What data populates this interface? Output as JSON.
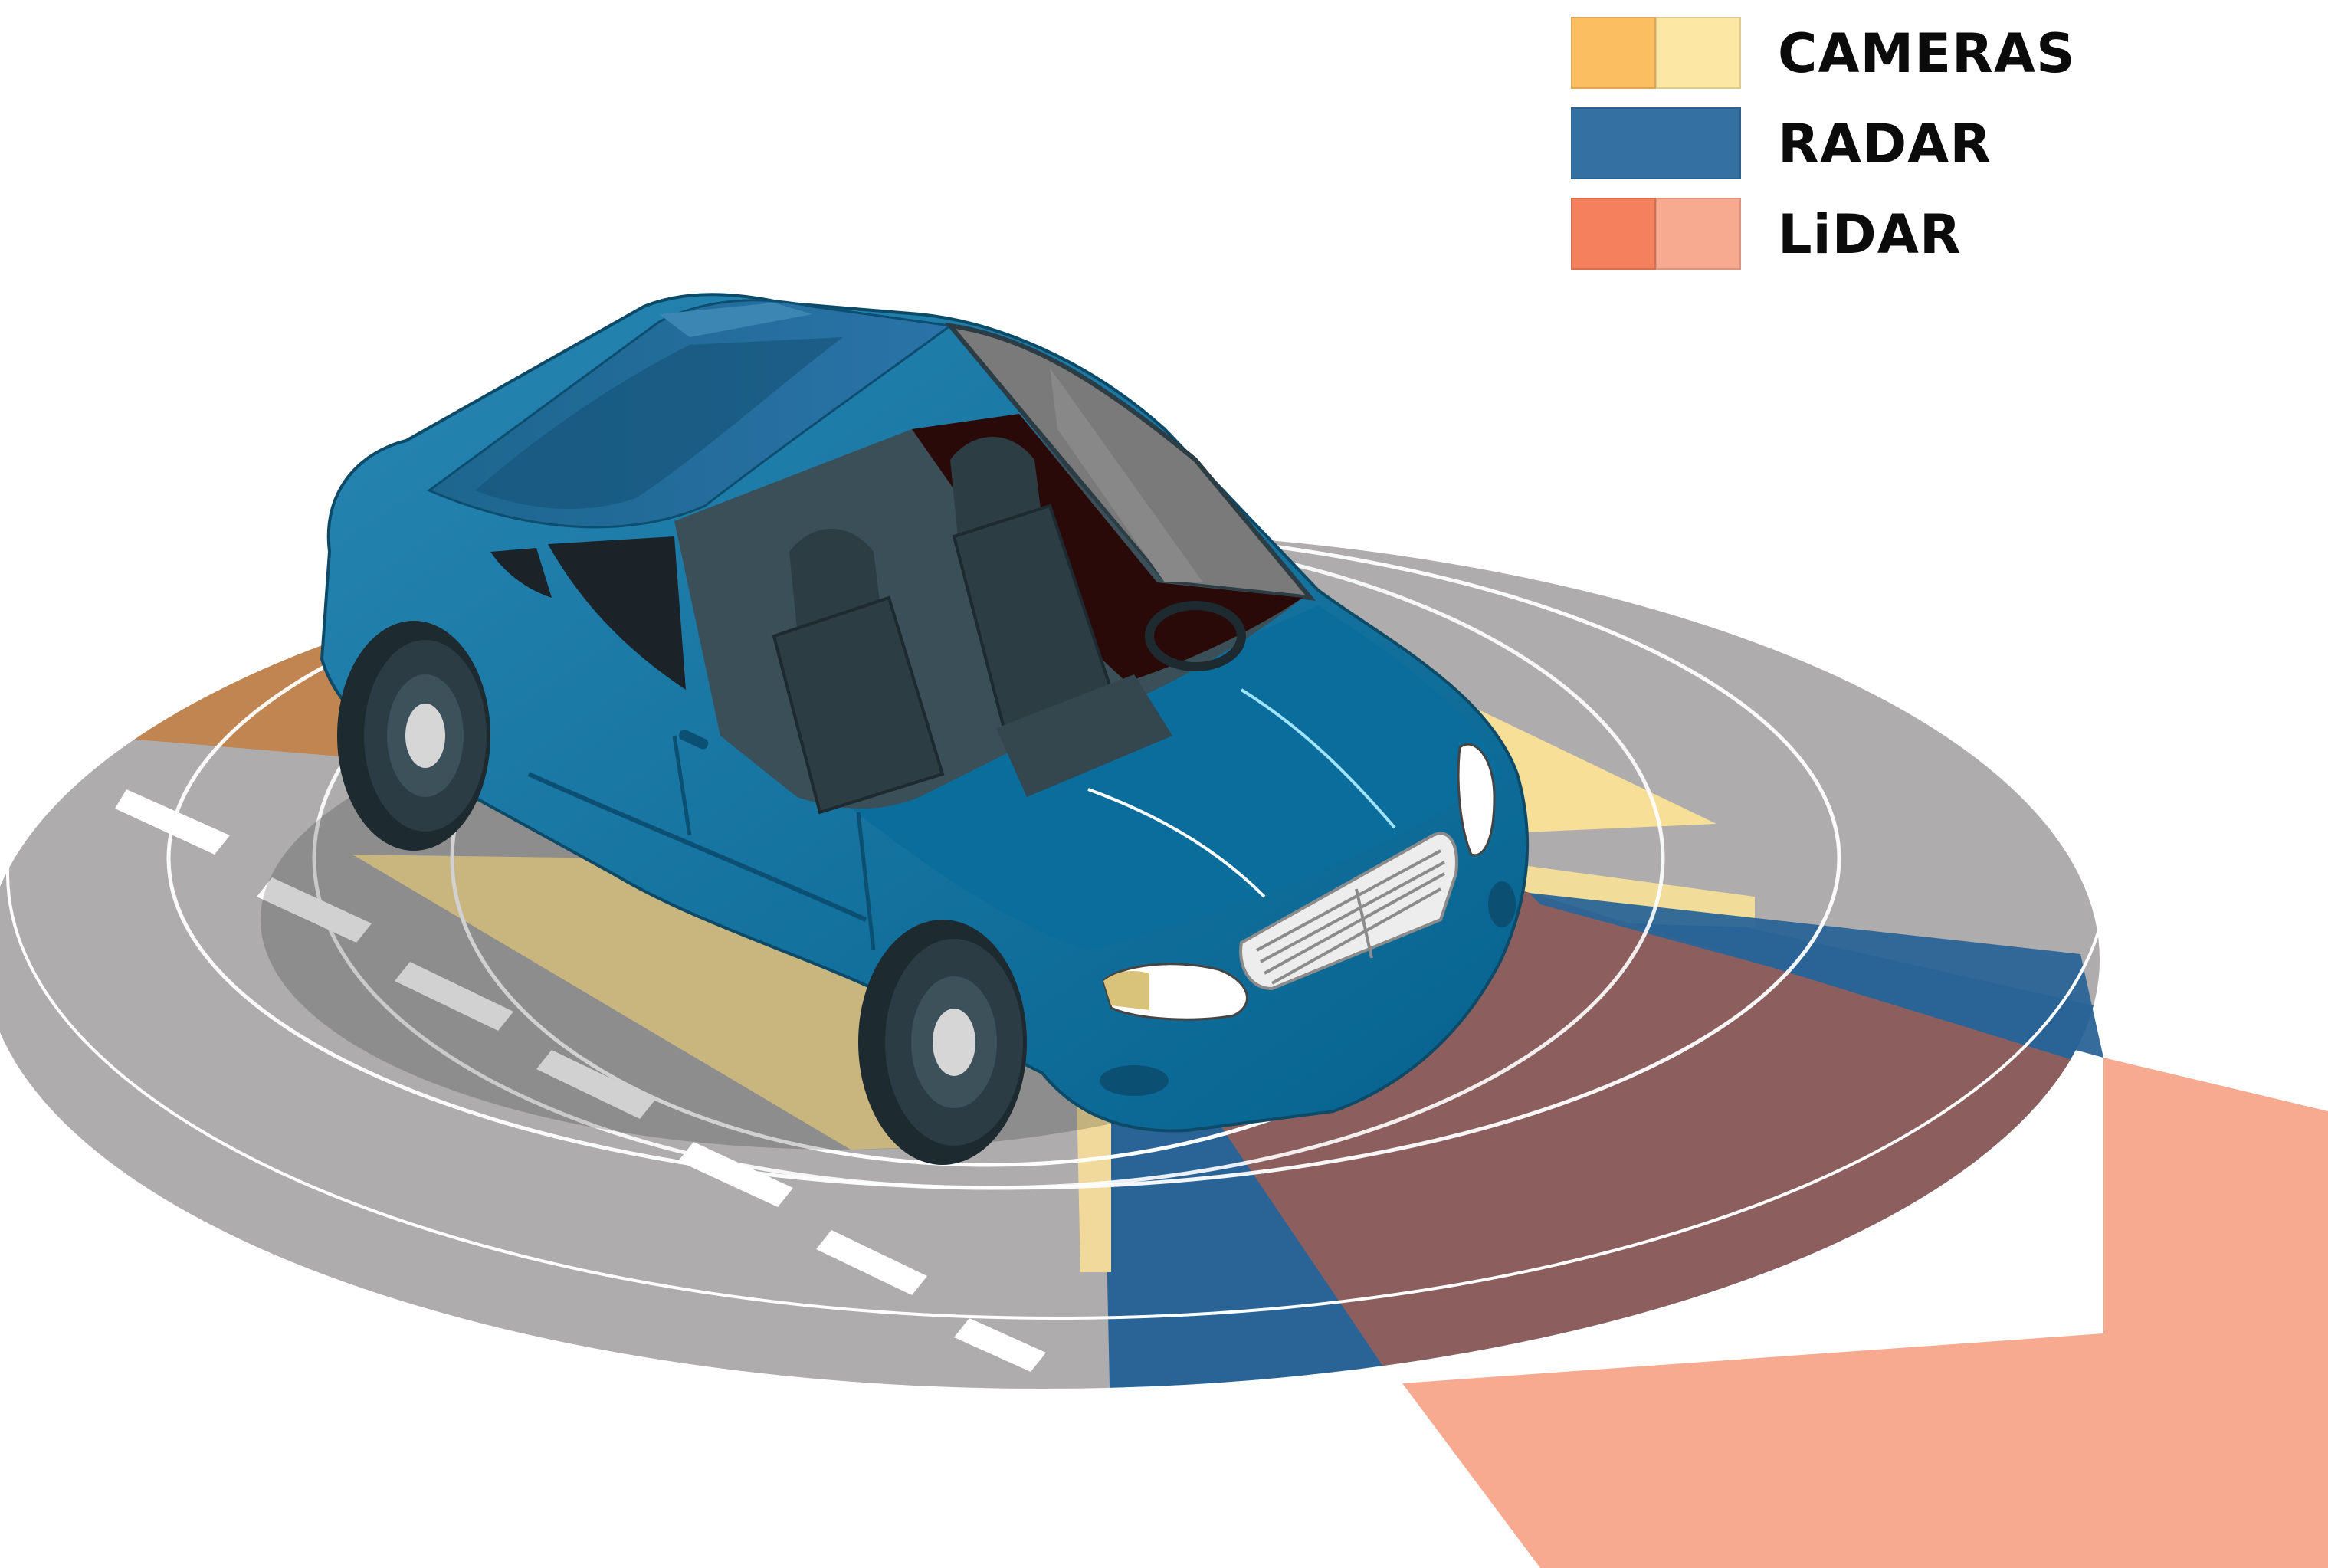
{
  "legend": {
    "items": [
      {
        "label": "CAMERAS",
        "colors": [
          "#FBBF62",
          "#FDE7A4"
        ]
      },
      {
        "label": "RADAR",
        "colors": [
          "#3570A2"
        ]
      },
      {
        "label": "LiDAR",
        "colors": [
          "#F5805E",
          "#F8AA91"
        ]
      }
    ]
  },
  "colors": {
    "ground": "#AEACAC",
    "range_ring": "#FFFFFF",
    "road_dash": "#FFFFFF",
    "camera_front": "#F7DF98",
    "camera_rear": "#C08550",
    "camera_side": "#F6DE9B",
    "radar": "#2A6497",
    "lidar": "#F8AA91",
    "lidar_overlap": "#8C5F5E",
    "car_body": "#0A6D9C",
    "car_roof": "#1F6C9F",
    "car_interior": "#3A4F57",
    "car_seat": "#2D3D44",
    "windshield": "#7A7A7A",
    "tire": "#2B3C44",
    "hubcap": "#D6D6D6",
    "headlight": "#FFFFFF"
  },
  "icons": {
    "vehicle": "sedan-car-icon"
  }
}
